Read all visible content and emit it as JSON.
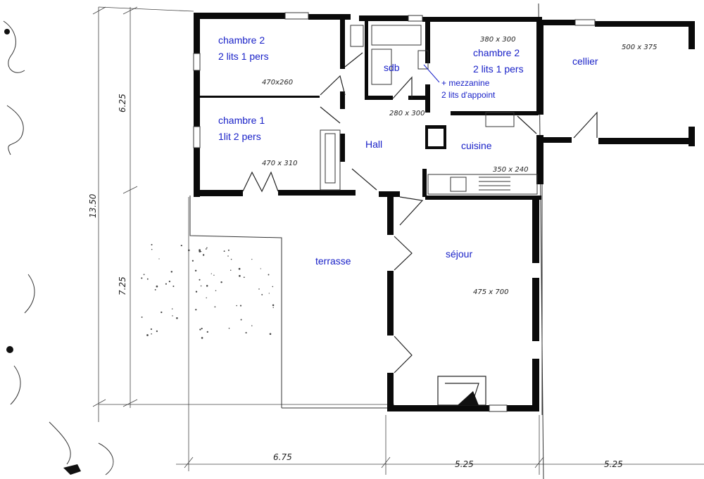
{
  "rooms": {
    "chambre2_left": {
      "name": "chambre 2",
      "beds": "2 lits 1 pers",
      "size": "470x260"
    },
    "chambre1": {
      "name": "chambre 1",
      "beds": "1lit 2 pers",
      "size": "470 x 310"
    },
    "sdb": {
      "name": "sdb"
    },
    "chambre2_right": {
      "name": "chambre 2",
      "beds": "2 lits 1 pers",
      "size": "380 x 300",
      "extra1": "+ mezzanine",
      "extra2": "2 lits d'appoint"
    },
    "cellier": {
      "name": "cellier",
      "size": "500 x 375"
    },
    "hall": {
      "name": "Hall",
      "size": "280 x 300"
    },
    "cuisine": {
      "name": "cuisine",
      "size": "350 x 240"
    },
    "sejour": {
      "name": "séjour",
      "size": "475 x 700"
    },
    "terrasse": {
      "name": "terrasse"
    }
  },
  "dimensions": {
    "vertical": [
      "6.25",
      "13.50",
      "7.25"
    ],
    "horizontal": [
      "6.75",
      "5.25",
      "5.25"
    ]
  },
  "colors": {
    "label": "#1a22c8",
    "wall": "#0a0a0a"
  }
}
